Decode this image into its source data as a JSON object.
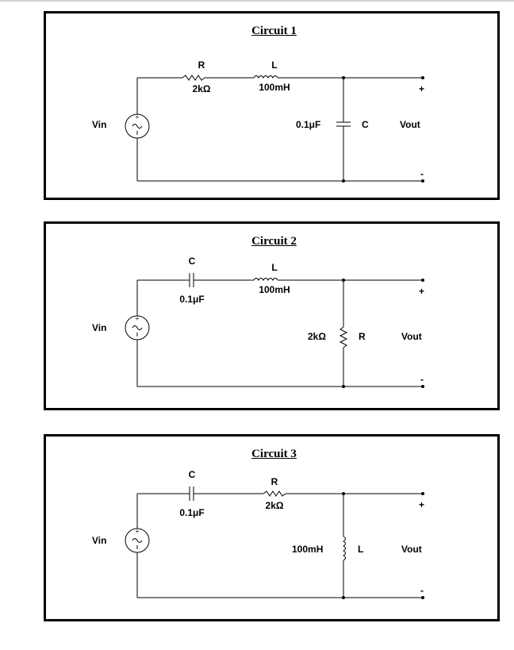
{
  "circuits": [
    {
      "title": "Circuit 1",
      "vin": "Vin",
      "vout": "Vout",
      "plus": "+",
      "minus": "-",
      "series1": {
        "name": "R",
        "value": "2kΩ"
      },
      "series2": {
        "name": "L",
        "value": "100mH"
      },
      "shunt": {
        "name": "C",
        "value": "0.1μF"
      }
    },
    {
      "title": "Circuit 2",
      "vin": "Vin",
      "vout": "Vout",
      "plus": "+",
      "minus": "-",
      "series1": {
        "name": "C",
        "value": "0.1μF"
      },
      "series2": {
        "name": "L",
        "value": "100mH"
      },
      "shunt": {
        "name": "R",
        "value": "2kΩ"
      }
    },
    {
      "title": "Circuit 3",
      "vin": "Vin",
      "vout": "Vout",
      "plus": "+",
      "minus": "-",
      "series1": {
        "name": "C",
        "value": "0.1μF"
      },
      "series2": {
        "name": "R",
        "value": "2kΩ"
      },
      "shunt": {
        "name": "L",
        "value": "100mH"
      }
    }
  ],
  "colors": {
    "ink": "#000000",
    "border": "#000000",
    "background": "#ffffff"
  }
}
